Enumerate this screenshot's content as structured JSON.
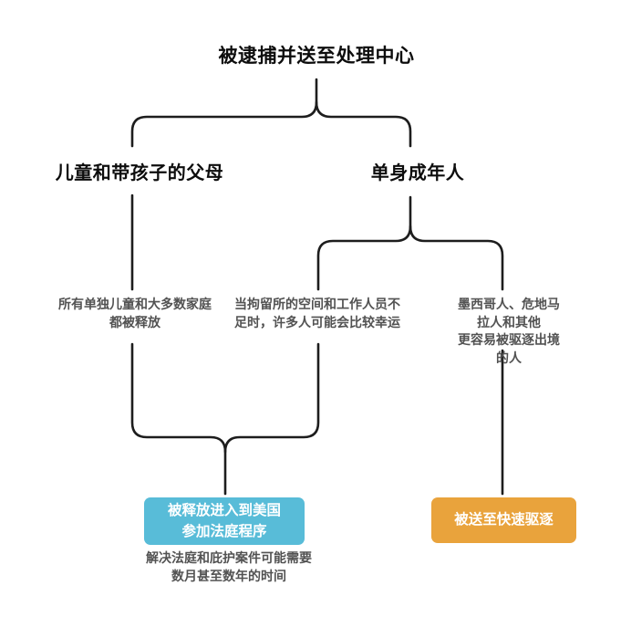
{
  "title": "被逮捕并送至处理中心",
  "branches": {
    "families": {
      "label": "儿童和带孩子的父母",
      "note": "所有单独儿童和大多数家庭\n都被释放"
    },
    "single_adults": {
      "label": "单身成年人",
      "lucky_note": "当拘留所的空间和工作人员不\n足时，许多人可能会比较幸运",
      "deportable_note": "墨西哥人、危地马拉人和其他\n更容易被驱逐出境的人"
    }
  },
  "outcomes": {
    "court": {
      "label": "被释放进入到美国\n参加法庭程序",
      "caption": "解决法庭和庇护案件可能需要\n数月甚至数年的时间"
    },
    "expedited_removal": {
      "label": "被送至快速驱逐"
    }
  },
  "colors": {
    "line": "#1d1d1d",
    "heading_text": "#0d0d0d",
    "note_text": "#525252",
    "court_box_bg": "#58BCD8",
    "removal_box_bg": "#E9A33C",
    "box_text": "#ffffff"
  }
}
